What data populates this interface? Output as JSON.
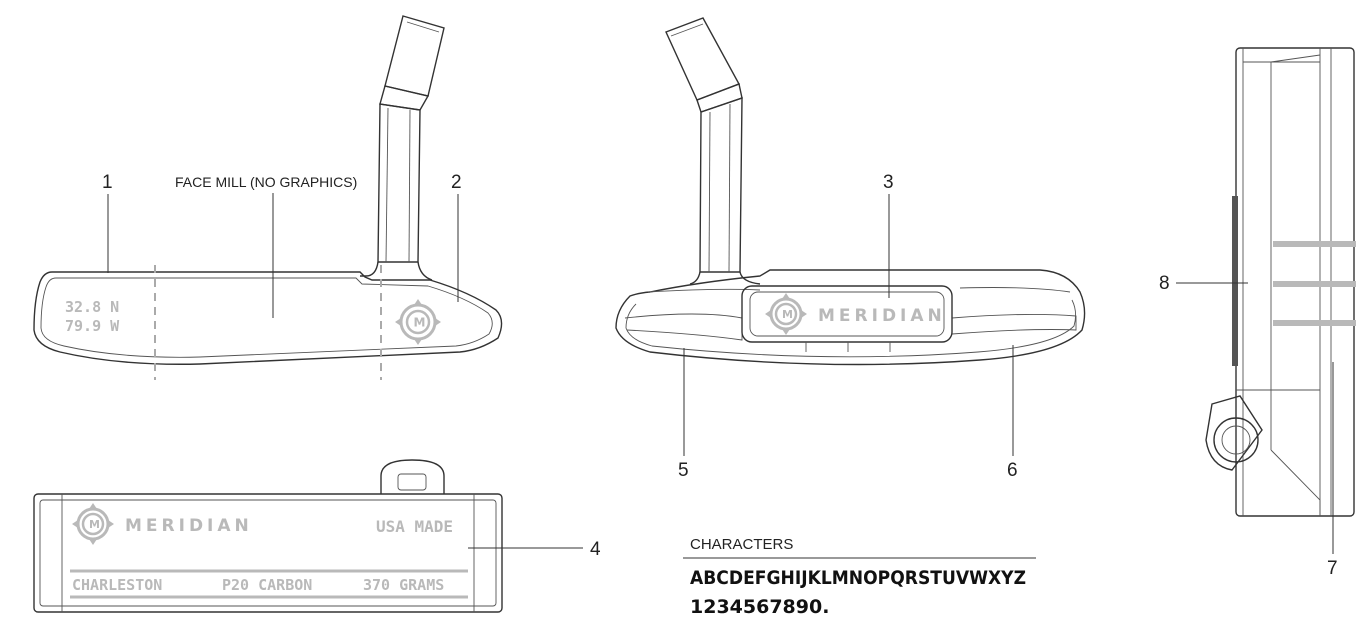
{
  "callouts": {
    "c1": "1",
    "c2": "2",
    "c3": "3",
    "c4": "4",
    "c5": "5",
    "c6": "6",
    "c7": "7",
    "c8": "8"
  },
  "face_note": "FACE MILL (NO GRAPHICS)",
  "coords": {
    "lat": "32.8 N",
    "lon": "79.9 W"
  },
  "brand": "MERIDIAN",
  "logo_letter": "M",
  "top_view": {
    "brand": "MERIDIAN",
    "made": "USA MADE",
    "city": "CHARLESTON",
    "model": "P20 CARBON",
    "weight": "370 GRAMS"
  },
  "characters": {
    "title": "CHARACTERS",
    "letters": "ABCDEFGHIJKLMNOPQRSTUVWXYZ",
    "digits": "1234567890."
  },
  "colors": {
    "line": "#333333",
    "engraving": "#b9b9b9",
    "text": "#222222"
  }
}
